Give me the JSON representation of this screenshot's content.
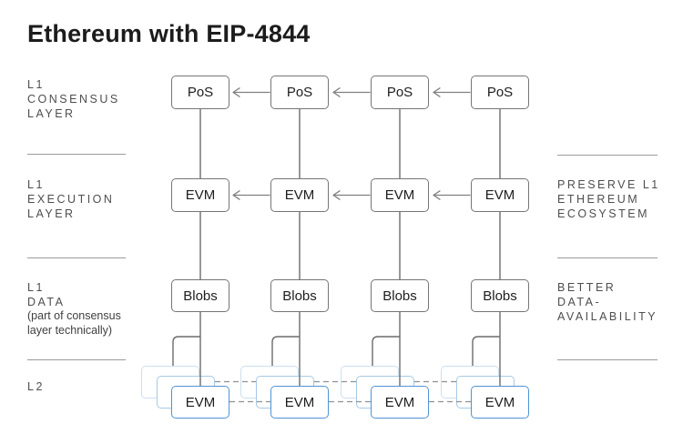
{
  "title": "Ethereum with EIP-4844",
  "colors": {
    "l1_line_gray": "#6b6b6b",
    "l2_accent_blue": "#4f94d4",
    "l2_stack_mid_blue": "#a6c9e6",
    "l2_stack_light_blue": "#ccdff1"
  },
  "left_labels": [
    {
      "lines": [
        "L1",
        "CONSENSUS",
        "LAYER"
      ]
    },
    {
      "lines": [
        "L1",
        "EXECUTION",
        "LAYER"
      ]
    },
    {
      "lines": [
        "L1",
        "DATA"
      ],
      "note_lines": [
        "(part of consensus",
        "layer technically)"
      ]
    },
    {
      "lines": [
        "L2"
      ]
    }
  ],
  "right_labels": [
    {
      "lines": [
        "PRESERVE L1",
        "ETHEREUM",
        "ECOSYSTEM"
      ]
    },
    {
      "lines": [
        "BETTER",
        "DATA-",
        "AVAILABILITY"
      ]
    }
  ],
  "grid": {
    "pos_row": [
      "PoS",
      "PoS",
      "PoS",
      "PoS"
    ],
    "evm_row": [
      "EVM",
      "EVM",
      "EVM",
      "EVM"
    ],
    "blobs_row": [
      "Blobs",
      "Blobs",
      "Blobs",
      "Blobs"
    ],
    "l2_row": [
      "EVM",
      "EVM",
      "EVM",
      "EVM"
    ]
  }
}
